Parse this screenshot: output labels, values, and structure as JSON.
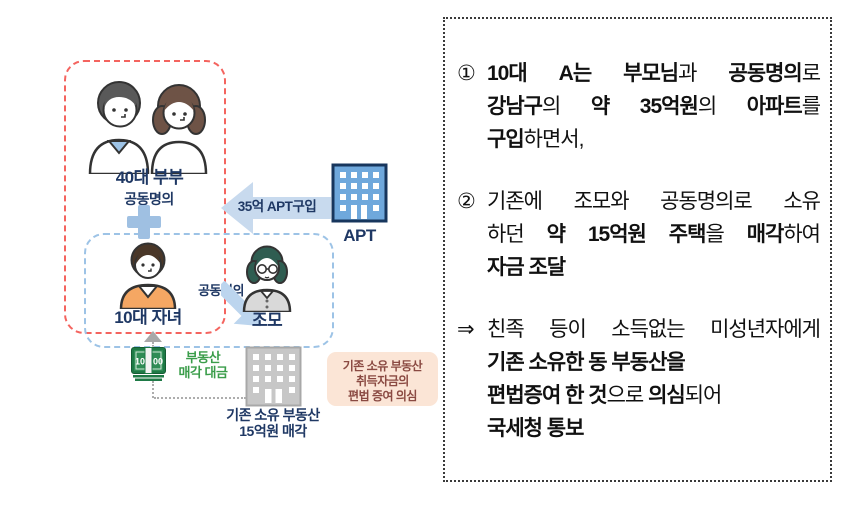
{
  "diagram": {
    "couple_label": "40대 부부",
    "joint_ownership_1": "공동명의",
    "apt_purchase_arrow_label": "35억 APT구입",
    "apt_label": "APT",
    "teen_label": "10대 자녀",
    "joint_ownership_2": "공동명의",
    "grandmother_label": "조모",
    "bill_left": "10",
    "bill_right": "00",
    "money_label_1": "부동산",
    "money_label_2": "매각 대금",
    "old_building_label_1": "기존 소유 부동산",
    "old_building_label_2": "15억원 매각",
    "suspicion_1": "기존 소유 부동산",
    "suspicion_2": "취득자금의",
    "suspicion_3": "편법 증여 의심"
  },
  "summary_panel": {
    "items": [
      {
        "marker": "①",
        "lines": [
          {
            "justify": true,
            "segs": [
              {
                "t": "10대 A는 부모님",
                "b": true
              },
              {
                "t": "과 ",
                "b": false
              },
              {
                "t": "공동명의",
                "b": true
              },
              {
                "t": "로",
                "b": false
              }
            ]
          },
          {
            "justify": true,
            "segs": [
              {
                "t": "강남구",
                "b": true
              },
              {
                "t": "의 ",
                "b": false
              },
              {
                "t": "약 35억원",
                "b": true
              },
              {
                "t": "의 ",
                "b": false
              },
              {
                "t": "아파트",
                "b": true
              },
              {
                "t": "를",
                "b": false
              }
            ]
          },
          {
            "justify": false,
            "segs": [
              {
                "t": "구입",
                "b": true
              },
              {
                "t": "하면서,",
                "b": false
              }
            ]
          }
        ]
      },
      {
        "marker": "②",
        "lines": [
          {
            "justify": true,
            "segs": [
              {
                "t": "기존에 조모와 공동명의로 소유",
                "b": false
              }
            ]
          },
          {
            "justify": true,
            "segs": [
              {
                "t": "하던 ",
                "b": false
              },
              {
                "t": "약 15억원 주택",
                "b": true
              },
              {
                "t": "을 ",
                "b": false
              },
              {
                "t": "매각",
                "b": true
              },
              {
                "t": "하여",
                "b": false
              }
            ]
          },
          {
            "justify": false,
            "segs": [
              {
                "t": "자금 조달",
                "b": true
              }
            ]
          }
        ]
      },
      {
        "marker": "⇒",
        "lines": [
          {
            "justify": true,
            "segs": [
              {
                "t": "친족 등이 소득없는 미성년자에게",
                "b": false
              }
            ]
          },
          {
            "justify": false,
            "segs": [
              {
                "t": "기존 소유한 동 부동산을",
                "b": true
              }
            ]
          },
          {
            "justify": false,
            "segs": [
              {
                "t": "편법증여 한 것",
                "b": true
              },
              {
                "t": "으로 ",
                "b": false
              },
              {
                "t": "의심",
                "b": true
              },
              {
                "t": "되어",
                "b": false
              }
            ]
          },
          {
            "justify": false,
            "segs": [
              {
                "t": "국세청 통보",
                "b": true
              }
            ]
          }
        ]
      }
    ]
  },
  "colors": {
    "navy_text": "#1f3864",
    "red_dashed_box": "#f4645f",
    "blue_dashed_box": "#9dc3e6",
    "arrow_fill": "#c8daee",
    "apt_building": "#6fa8dc",
    "apt_border": "#17365d",
    "money_dark_green": "#1e7a46",
    "money_face_green": "#2f8c55",
    "green_label": "#3a9d4a",
    "gray_building": "#c7c7c7",
    "suspicion_bg": "#fbe5d6",
    "suspicion_text": "#8a4a42",
    "connector_gray": "#adadad"
  }
}
